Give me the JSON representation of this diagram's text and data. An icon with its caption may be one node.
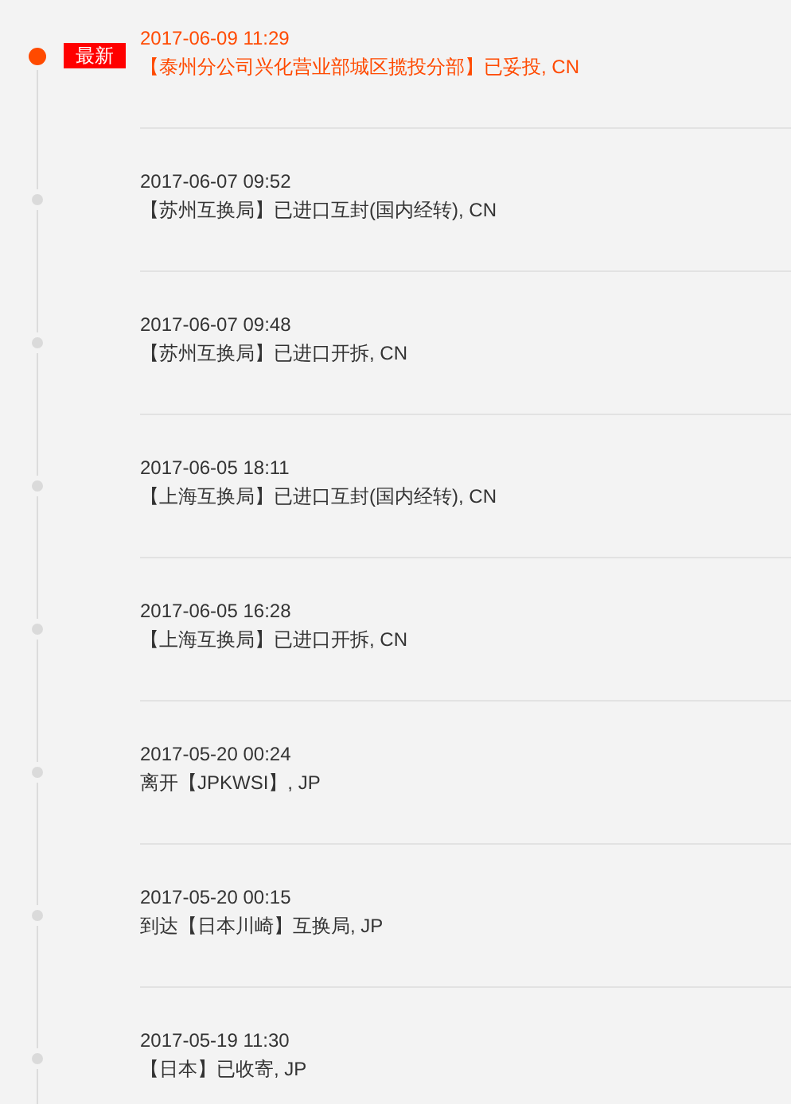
{
  "diagram": {
    "nodes": [
      {
        "text": [
          "2017-06-09 11:29",
          "【泰州分公司兴化营业部城区揽投分部】已妥投, CN"
        ],
        "beside": [
          "最新"
        ]
      },
      {
        "text": [
          "2017-06-07 09:52",
          "【苏州互换局】已进口互封(国内经转), CN"
        ]
      },
      {
        "text": [
          "2017-06-07 09:48",
          "【苏州互换局】已进口开拆, CN"
        ]
      },
      {
        "text": [
          "2017-06-05 18:11",
          "【上海互换局】已进口互封(国内经转), CN"
        ]
      },
      {
        "text": [
          "2017-06-05 16:28",
          "【上海互换局】已进口开拆, CN"
        ]
      },
      {
        "text": [
          "2017-05-20 00:24",
          "离开【JPKWSI】, JP"
        ]
      },
      {
        "text": [
          "2017-05-20 00:15",
          "到达【日本川崎】互换局, JP"
        ]
      },
      {
        "text": [
          "2017-05-19 11:30",
          "【日本】已收寄, JP"
        ]
      }
    ]
  }
}
